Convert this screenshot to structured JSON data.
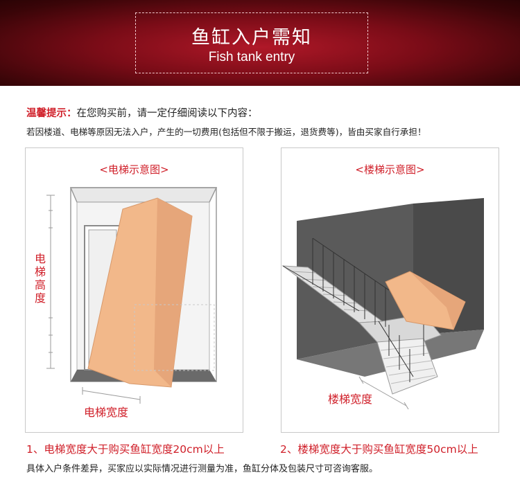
{
  "banner": {
    "title": "鱼缸入户需知",
    "subtitle": "Fish tank entry"
  },
  "notice": {
    "highlight": "温馨提示：",
    "text": "在您购买前，请一定仔细阅读以下内容：",
    "detail": "若因楼道、电梯等原因无法入户，产生的一切费用(包括但不限于搬运，退货费等)，皆由买家自行承担！"
  },
  "elevator_panel": {
    "title": "<电梯示意图>",
    "height_label": "电梯高度",
    "width_label": "电梯宽度"
  },
  "stairs_panel": {
    "title": "<楼梯示意图>",
    "width_label": "楼梯宽度"
  },
  "conditions": {
    "first": "1、电梯宽度大于购买鱼缸宽度20cm以上",
    "second": "2、楼梯宽度大于购买鱼缸宽度50cm以上"
  },
  "footer": "具体入户条件差异，买家应以实际情况进行测量为准，鱼缸分体及包装尺寸可咨询客服。",
  "colors": {
    "accent": "#d0202a",
    "banner": "#7a0c17",
    "box": "#f0b98a",
    "wall": "#555555"
  }
}
